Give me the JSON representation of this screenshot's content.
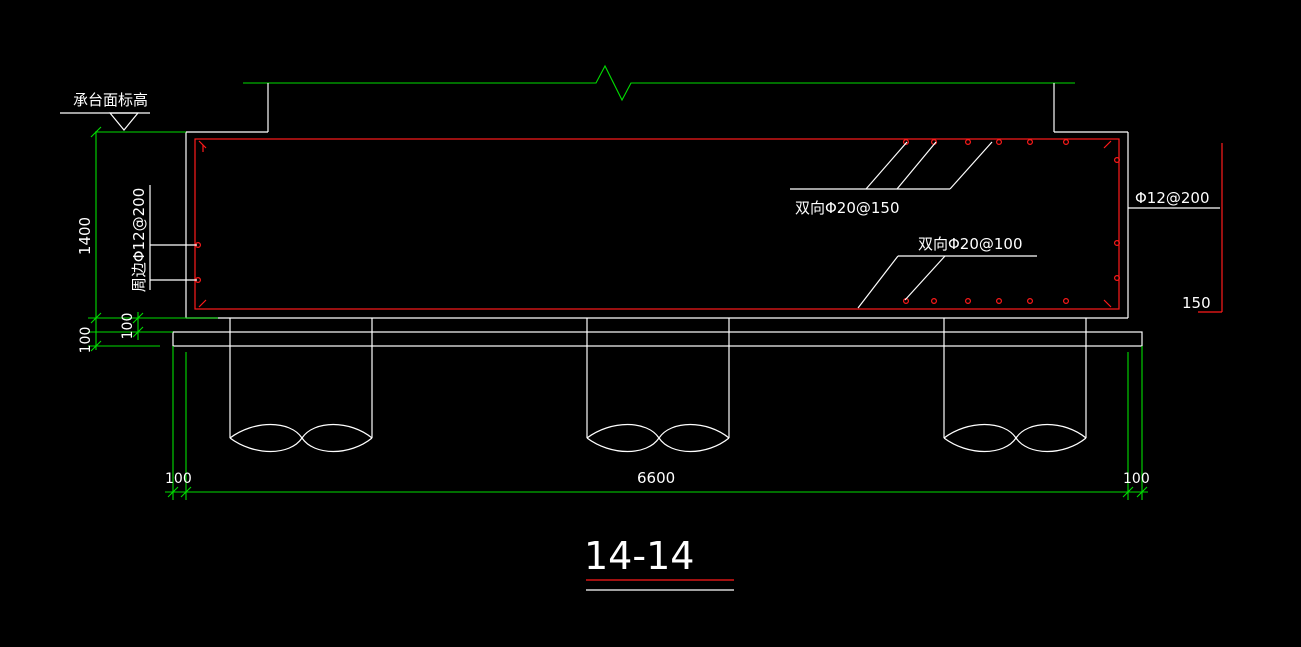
{
  "drawing": {
    "title": "14-14",
    "elevation_label": "承台面标高",
    "rebar_top_label": "双向Φ20@150",
    "rebar_bottom_label": "双向Φ20@100",
    "rebar_side_right_label": "Φ12@200",
    "rebar_side_left_label": "周边Φ12@200",
    "dim_height": "1400",
    "dim_embed": "100",
    "dim_cushion": "100",
    "dim_cover_right": "150",
    "dim_left_overhang": "100",
    "dim_span": "6600",
    "dim_right_overhang": "100"
  },
  "colors": {
    "background": "#000000",
    "outline": "#ffffff",
    "rebar": "#ff1a1a",
    "dimension": "#00dd00"
  }
}
